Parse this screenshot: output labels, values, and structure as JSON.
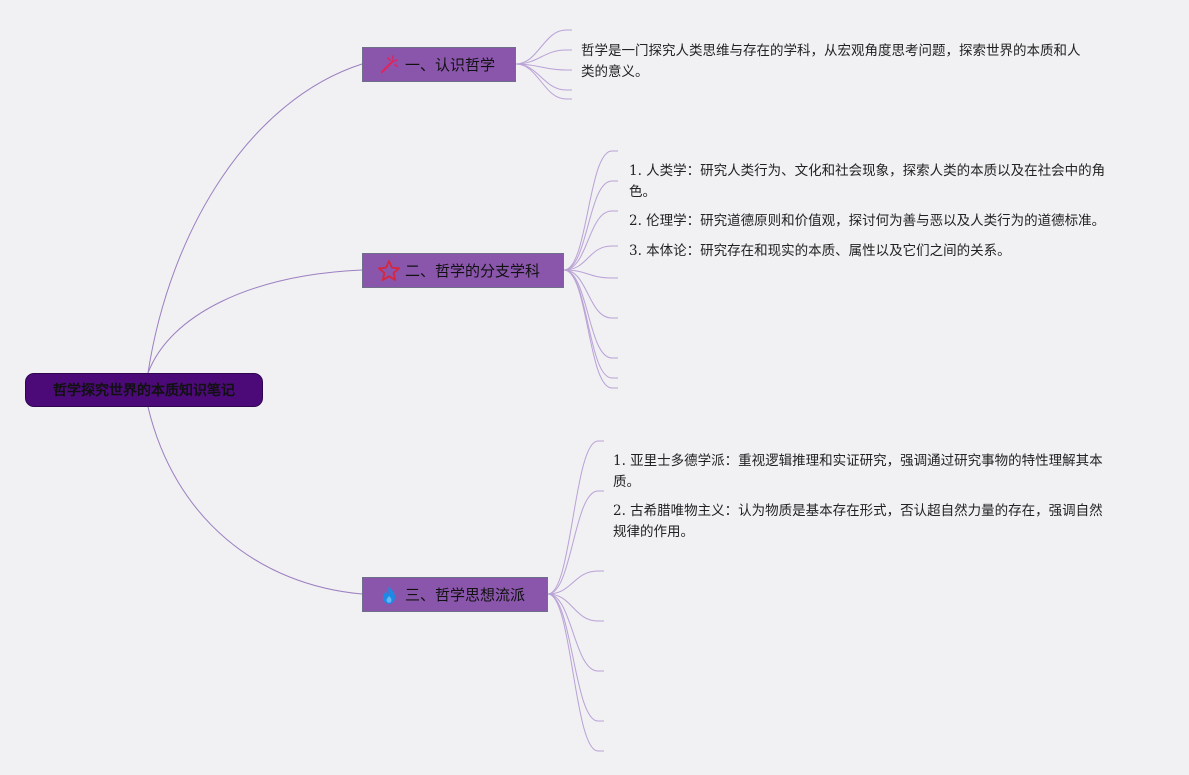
{
  "root": {
    "label": "哲学探究世界的本质知识笔记"
  },
  "branches": [
    {
      "label": "一、认识哲学",
      "icon": "magic-wand-icon",
      "icon_color": "#e0245e",
      "items": [
        "哲学是一门探究人类思维与存在的学科，从宏观角度思考问题，探索世界的本质和人类的意义。"
      ]
    },
    {
      "label": "二、哲学的分支学科",
      "icon": "star-outline-icon",
      "icon_color": "#d7263d",
      "items": [
        "1. 人类学：研究人类行为、文化和社会现象，探索人类的本质以及在社会中的角色。",
        "2. 伦理学：研究道德原则和价值观，探讨何为善与恶以及人类行为的道德标准。",
        "3. 本体论：研究存在和现实的本质、属性以及它们之间的关系。"
      ]
    },
    {
      "label": "三、哲学思想流派",
      "icon": "flame-icon",
      "icon_color": "#1e88e5",
      "items": [
        "1. 亚里士多德学派：重视逻辑推理和实证研究，强调通过研究事物的特性理解其本质。",
        "2. 古希腊唯物主义：认为物质是基本存在形式，否认超自然力量的存在，强调自然规律的作用。"
      ]
    }
  ],
  "colors": {
    "background": "#f1f0f3",
    "root_fill": "#4b0a78",
    "branch_fill": "#8a56ab",
    "connector": "#9b7fc0"
  }
}
